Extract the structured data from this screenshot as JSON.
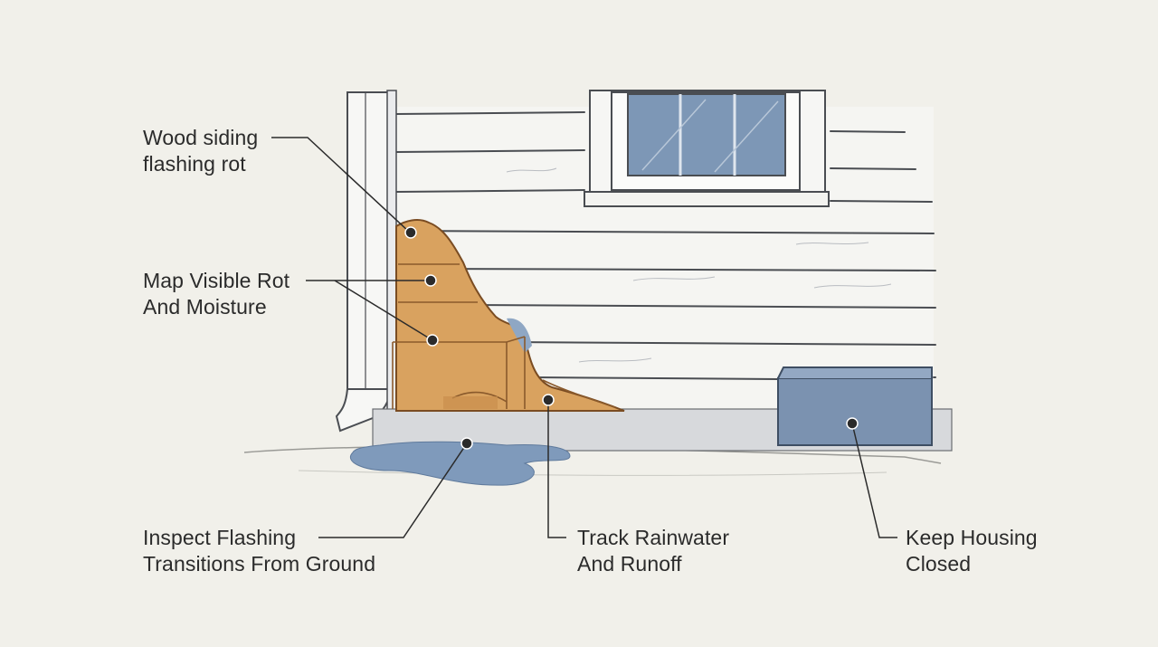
{
  "colors": {
    "background": "#f1f0ea",
    "siding": "#f4f4f1",
    "siding_line": "#4a4d52",
    "rot": "#d9a25f",
    "rot_dark": "#8a5a2c",
    "water": "#8fa7c4",
    "window_glass": "#7d97b6",
    "housing": "#7b92b0",
    "ink": "#2b2b2b"
  },
  "callouts": [
    {
      "id": "wood-siding-flashing-rot",
      "lines": [
        "Wood siding",
        "flashing rot"
      ]
    },
    {
      "id": "map-visible-rot",
      "lines": [
        "Map Visible Rot",
        "And Moisture"
      ]
    },
    {
      "id": "inspect-flashing",
      "lines": [
        "Inspect Flashing",
        "Transitions From Ground"
      ]
    },
    {
      "id": "track-rainwater",
      "lines": [
        "Track Rainwater",
        "And Runoff"
      ]
    },
    {
      "id": "keep-housing-closed",
      "lines": [
        "Keep Housing",
        "Closed"
      ]
    }
  ]
}
